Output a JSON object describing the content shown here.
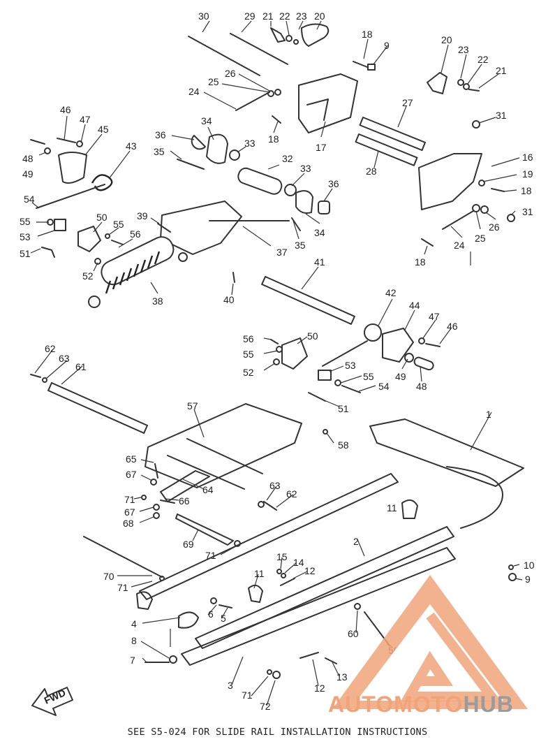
{
  "caption": "SEE S5-024 FOR SLIDE RAIL INSTALLATION INSTRUCTIONS",
  "fwd_label": "FWD",
  "watermark": {
    "word1": "AUTOMOTO",
    "word2": "HUB",
    "color_primary": "#f1a47a",
    "color_secondary": "#9b9b9b"
  },
  "callouts": [
    {
      "id": "c30",
      "text": "30"
    },
    {
      "id": "c29",
      "text": "29"
    },
    {
      "id": "c21a",
      "text": "21"
    },
    {
      "id": "c22a",
      "text": "22"
    },
    {
      "id": "c23a",
      "text": "23"
    },
    {
      "id": "c20a",
      "text": "20"
    },
    {
      "id": "c18a",
      "text": "18"
    },
    {
      "id": "c9a",
      "text": "9"
    },
    {
      "id": "c20b",
      "text": "20"
    },
    {
      "id": "c23b",
      "text": "23"
    },
    {
      "id": "c22b",
      "text": "22"
    },
    {
      "id": "c21b",
      "text": "21"
    },
    {
      "id": "c26a",
      "text": "26"
    },
    {
      "id": "c25a",
      "text": "25"
    },
    {
      "id": "c24a",
      "text": "24"
    },
    {
      "id": "c27",
      "text": "27"
    },
    {
      "id": "c31a",
      "text": "31"
    },
    {
      "id": "c46a",
      "text": "46"
    },
    {
      "id": "c47a",
      "text": "47"
    },
    {
      "id": "c45",
      "text": "45"
    },
    {
      "id": "c34a",
      "text": "34"
    },
    {
      "id": "c36a",
      "text": "36"
    },
    {
      "id": "c33a",
      "text": "33"
    },
    {
      "id": "c35a",
      "text": "35"
    },
    {
      "id": "c18b",
      "text": "18"
    },
    {
      "id": "c17",
      "text": "17"
    },
    {
      "id": "c48a",
      "text": "48"
    },
    {
      "id": "c49a",
      "text": "49"
    },
    {
      "id": "c43",
      "text": "43"
    },
    {
      "id": "c32",
      "text": "32"
    },
    {
      "id": "c33b",
      "text": "33"
    },
    {
      "id": "c28",
      "text": "28"
    },
    {
      "id": "c16",
      "text": "16"
    },
    {
      "id": "c19",
      "text": "19"
    },
    {
      "id": "c18c",
      "text": "18"
    },
    {
      "id": "c36b",
      "text": "36"
    },
    {
      "id": "c54a",
      "text": "54"
    },
    {
      "id": "c55a",
      "text": "55"
    },
    {
      "id": "c53a",
      "text": "53"
    },
    {
      "id": "c50a",
      "text": "50"
    },
    {
      "id": "c55b",
      "text": "55"
    },
    {
      "id": "c39",
      "text": "39"
    },
    {
      "id": "c56a",
      "text": "56"
    },
    {
      "id": "c51a",
      "text": "51"
    },
    {
      "id": "c52a",
      "text": "52"
    },
    {
      "id": "c34b",
      "text": "34"
    },
    {
      "id": "c35b",
      "text": "35"
    },
    {
      "id": "c37",
      "text": "37"
    },
    {
      "id": "c31b",
      "text": "31"
    },
    {
      "id": "c26b",
      "text": "26"
    },
    {
      "id": "c25b",
      "text": "25"
    },
    {
      "id": "c24b",
      "text": "24"
    },
    {
      "id": "c18d",
      "text": "18"
    },
    {
      "id": "c41",
      "text": "41"
    },
    {
      "id": "c38",
      "text": "38"
    },
    {
      "id": "c40",
      "text": "40"
    },
    {
      "id": "c42",
      "text": "42"
    },
    {
      "id": "c44",
      "text": "44"
    },
    {
      "id": "c47b",
      "text": "47"
    },
    {
      "id": "c46b",
      "text": "46"
    },
    {
      "id": "c56b",
      "text": "56"
    },
    {
      "id": "c50b",
      "text": "50"
    },
    {
      "id": "c55c",
      "text": "55"
    },
    {
      "id": "c52b",
      "text": "52"
    },
    {
      "id": "c62a",
      "text": "62"
    },
    {
      "id": "c63a",
      "text": "63"
    },
    {
      "id": "c61",
      "text": "61"
    },
    {
      "id": "c53b",
      "text": "53"
    },
    {
      "id": "c49b",
      "text": "49"
    },
    {
      "id": "c48b",
      "text": "48"
    },
    {
      "id": "c55d",
      "text": "55"
    },
    {
      "id": "c54b",
      "text": "54"
    },
    {
      "id": "c51b",
      "text": "51"
    },
    {
      "id": "c57",
      "text": "57"
    },
    {
      "id": "c1",
      "text": "1"
    },
    {
      "id": "c58",
      "text": "58"
    },
    {
      "id": "c65",
      "text": "65"
    },
    {
      "id": "c67a",
      "text": "67"
    },
    {
      "id": "c64",
      "text": "64"
    },
    {
      "id": "c71a",
      "text": "71"
    },
    {
      "id": "c66",
      "text": "66"
    },
    {
      "id": "c67b",
      "text": "67"
    },
    {
      "id": "c68",
      "text": "68"
    },
    {
      "id": "c63b",
      "text": "63"
    },
    {
      "id": "c62b",
      "text": "62"
    },
    {
      "id": "c11a",
      "text": "11"
    },
    {
      "id": "c69",
      "text": "69"
    },
    {
      "id": "c2",
      "text": "2"
    },
    {
      "id": "c71b",
      "text": "71"
    },
    {
      "id": "c15",
      "text": "15"
    },
    {
      "id": "c14",
      "text": "14"
    },
    {
      "id": "c12a",
      "text": "12"
    },
    {
      "id": "c10",
      "text": "10"
    },
    {
      "id": "c9b",
      "text": "9"
    },
    {
      "id": "c70",
      "text": "70"
    },
    {
      "id": "c11b",
      "text": "11"
    },
    {
      "id": "c71c",
      "text": "71"
    },
    {
      "id": "c6",
      "text": "6"
    },
    {
      "id": "c5",
      "text": "5"
    },
    {
      "id": "c4",
      "text": "4"
    },
    {
      "id": "c60",
      "text": "60"
    },
    {
      "id": "c59",
      "text": "59"
    },
    {
      "id": "c8",
      "text": "8"
    },
    {
      "id": "c7",
      "text": "7"
    },
    {
      "id": "c13",
      "text": "13"
    },
    {
      "id": "c3",
      "text": "3"
    },
    {
      "id": "c12b",
      "text": "12"
    },
    {
      "id": "c71d",
      "text": "71"
    },
    {
      "id": "c72",
      "text": "72"
    }
  ]
}
